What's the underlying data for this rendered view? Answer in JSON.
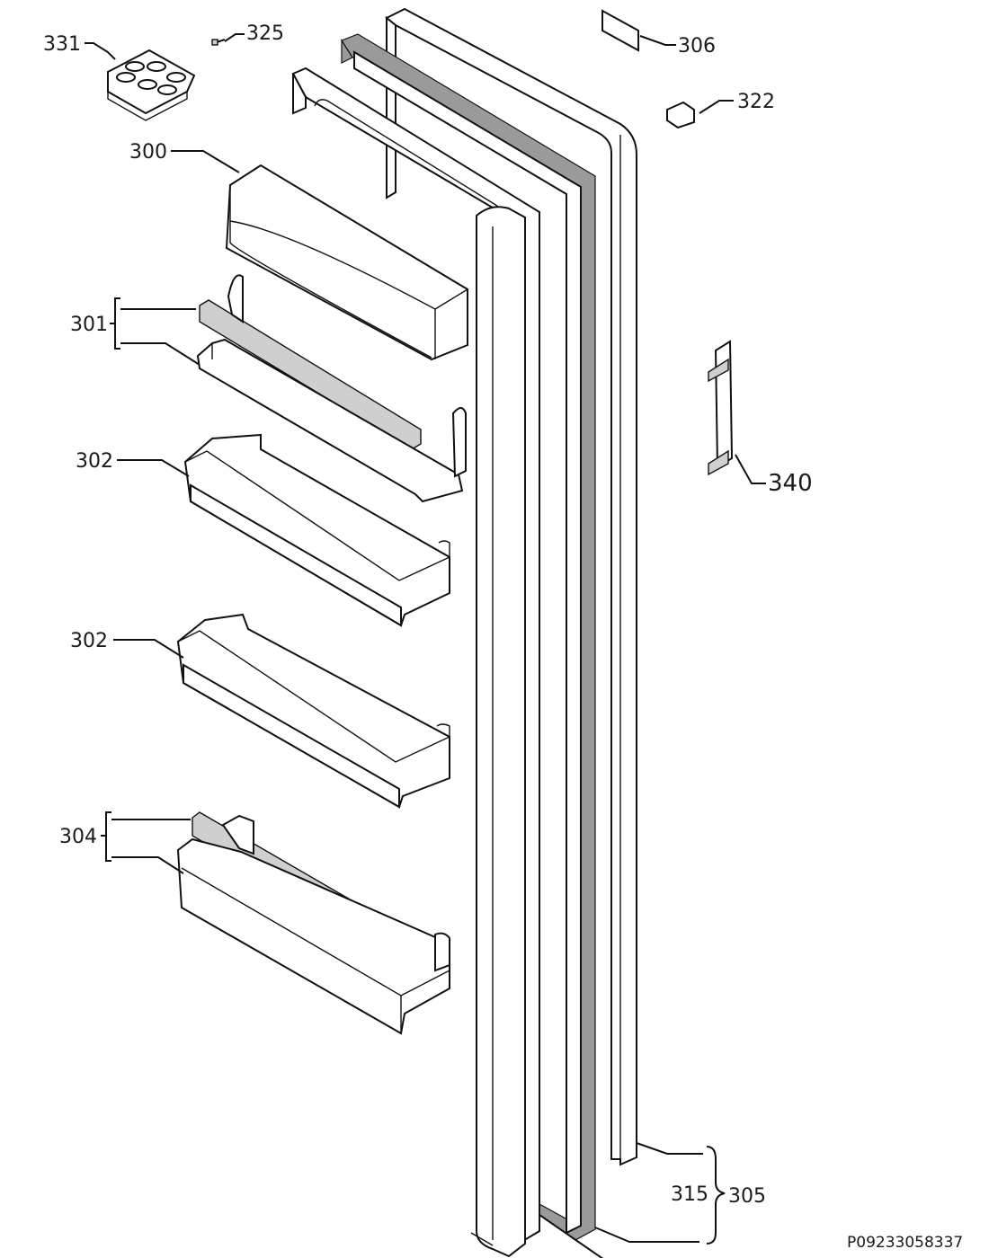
{
  "labels": {
    "p331": "331",
    "p325": "325",
    "p306": "306",
    "p322": "322",
    "p300": "300",
    "p301": "301",
    "p302a": "302",
    "p302b": "302",
    "p304": "304",
    "p340": "340",
    "p315": "315",
    "p305": "305"
  },
  "reference_code": "P09233058337"
}
